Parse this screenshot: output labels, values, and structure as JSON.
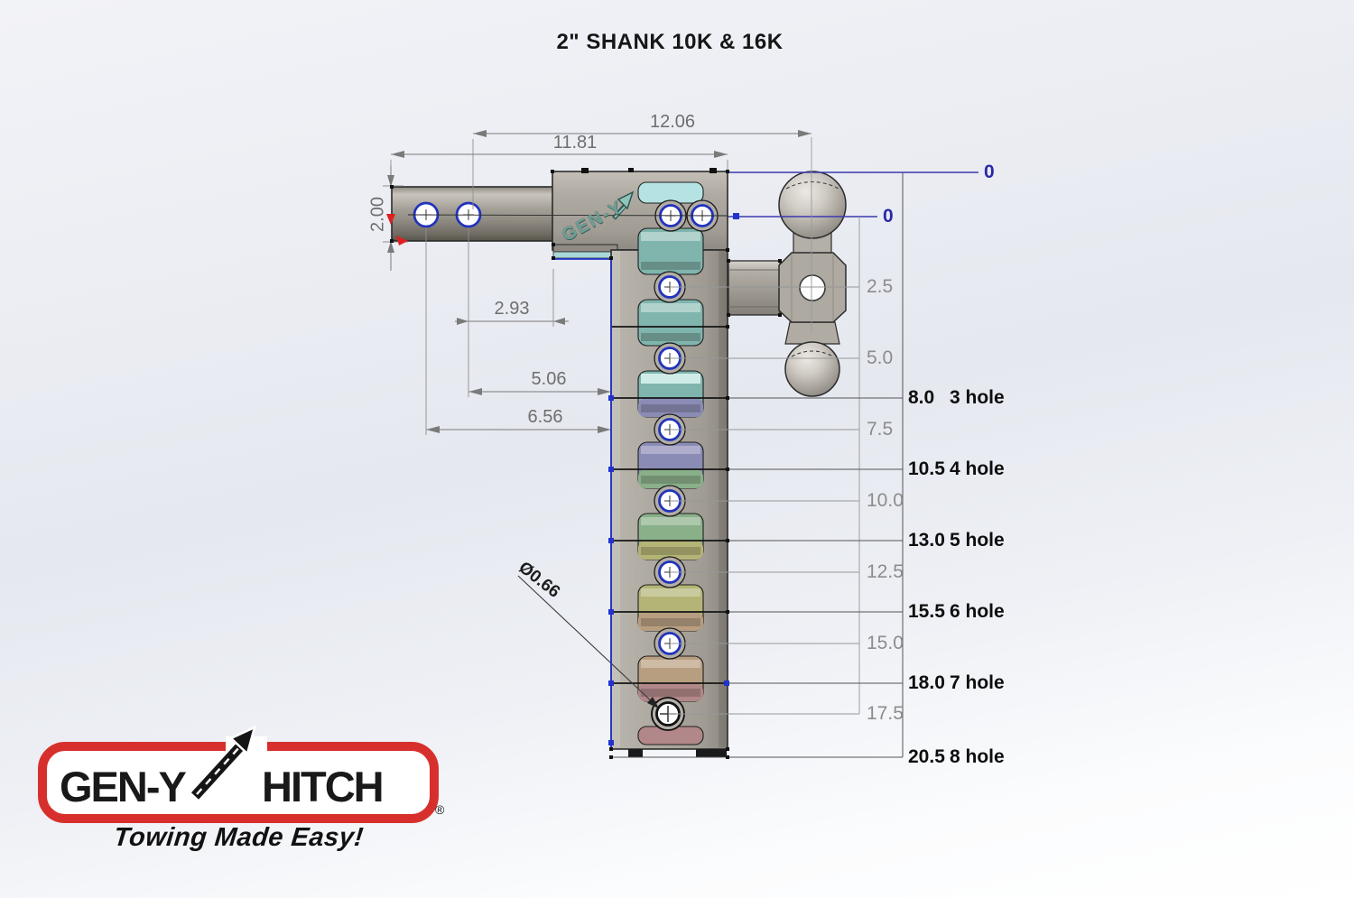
{
  "title": "2\" SHANK 10K & 16K",
  "dimensions": {
    "hole_to_ball_center": "12.06",
    "shank_front_to_bar": "11.81",
    "shank_height": "2.00",
    "hole_to_head_face": "2.93",
    "rear_hole_to_bar": "5.06",
    "front_hole_to_bar": "6.56",
    "pin_hole_diameter": "Ø0.66"
  },
  "datums": {
    "ball_top_zero": "0",
    "centerline_zero": "0"
  },
  "drop_table": {
    "rows": [
      {
        "drop": "8.0",
        "config": "3 hole"
      },
      {
        "drop": "10.5",
        "config": "4 hole"
      },
      {
        "drop": "13.0",
        "config": "5 hole"
      },
      {
        "drop": "15.5",
        "config": "6 hole"
      },
      {
        "drop": "18.0",
        "config": "7 hole"
      },
      {
        "drop": "20.5",
        "config": "8 hole"
      }
    ],
    "hole_offsets": [
      "2.5",
      "5.0",
      "7.5",
      "10.0",
      "12.5",
      "15.0",
      "17.5"
    ]
  },
  "etching": "GEN-Y",
  "logo": {
    "brand_first": "GEN-Y",
    "brand_second": "HITCH",
    "registered": "®",
    "tagline": "Towing Made Easy!"
  },
  "colors": {
    "brand_red": "#d7302c",
    "datum_blue": "#2a2aa8",
    "hole_ring_blue": "#2233bb",
    "dim_gray": "#6e6e6e",
    "slot_cyan": "#b5e3e3",
    "slot_teal": "#7fb5ad",
    "slot_purple": "#8b8cb6",
    "slot_green": "#8ab08a",
    "slot_olive": "#b4b476",
    "slot_tan": "#b89e80",
    "slot_rose": "#b28789"
  }
}
